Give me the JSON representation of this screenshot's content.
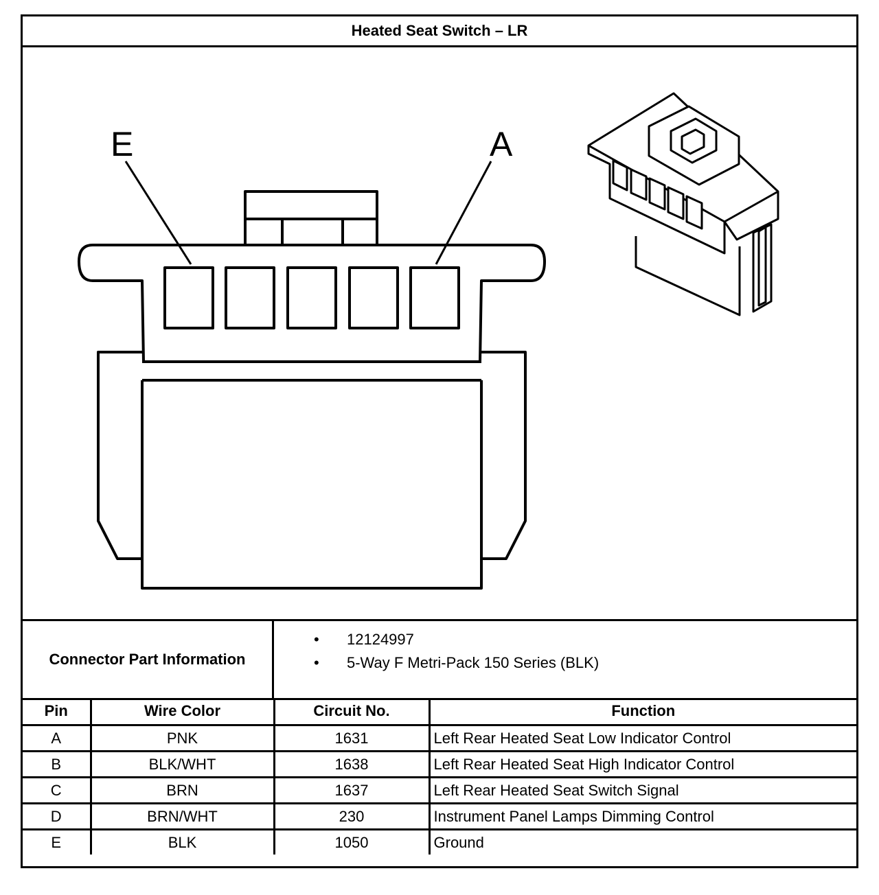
{
  "title": "Heated Seat Switch – LR",
  "diagram": {
    "pin_callouts": {
      "left": "E",
      "right": "A"
    }
  },
  "connector_info": {
    "label": "Connector Part Information",
    "items": [
      "12124997",
      "5-Way F Metri-Pack 150 Series (BLK)"
    ]
  },
  "pin_table": {
    "headers": [
      "Pin",
      "Wire Color",
      "Circuit No.",
      "Function"
    ],
    "rows": [
      {
        "pin": "A",
        "wire_color": "PNK",
        "circuit": "1631",
        "function": "Left Rear Heated Seat Low Indicator Control"
      },
      {
        "pin": "B",
        "wire_color": "BLK/WHT",
        "circuit": "1638",
        "function": "Left Rear Heated Seat High Indicator Control"
      },
      {
        "pin": "C",
        "wire_color": "BRN",
        "circuit": "1637",
        "function": "Left Rear Heated Seat Switch Signal"
      },
      {
        "pin": "D",
        "wire_color": "BRN/WHT",
        "circuit": "230",
        "function": "Instrument Panel Lamps Dimming Control"
      },
      {
        "pin": "E",
        "wire_color": "BLK",
        "circuit": "1050",
        "function": "Ground"
      }
    ]
  }
}
